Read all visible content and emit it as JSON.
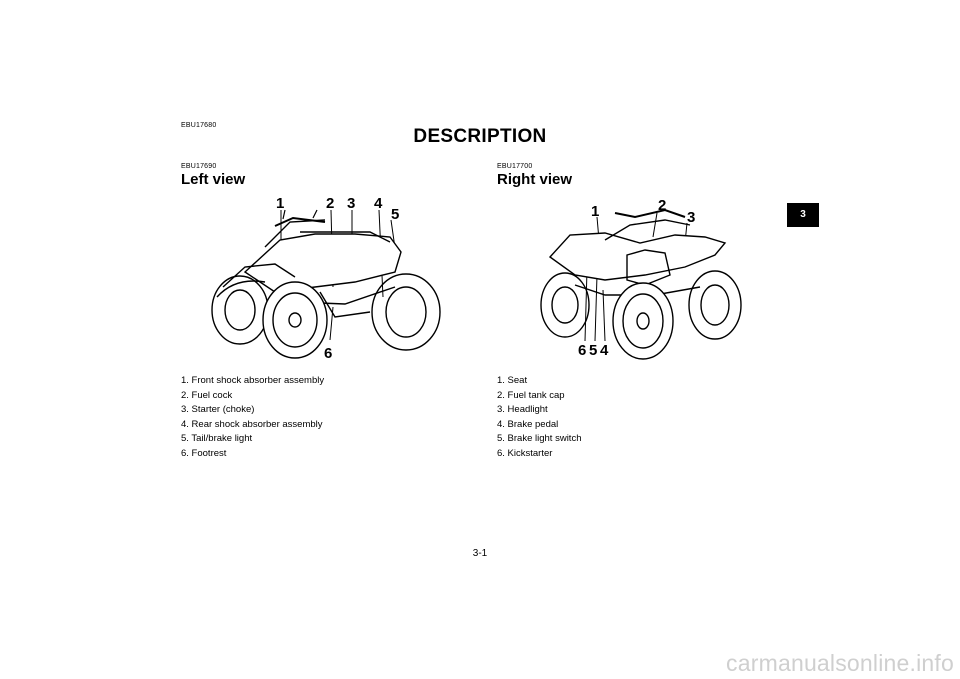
{
  "header": {
    "code": "EBU17680",
    "title": "DESCRIPTION"
  },
  "left": {
    "code": "EBU17690",
    "heading": "Left view",
    "callouts": [
      "1",
      "2",
      "3",
      "4",
      "5",
      "6"
    ],
    "items": [
      "1. Front shock absorber assembly",
      "2. Fuel cock",
      "3. Starter (choke)",
      "4. Rear shock absorber assembly",
      "5. Tail/brake light",
      "6. Footrest"
    ]
  },
  "right": {
    "code": "EBU17700",
    "heading": "Right view",
    "callouts": [
      "1",
      "2",
      "3",
      "6",
      "5",
      "4"
    ],
    "items": [
      "1. Seat",
      "2. Fuel tank cap",
      "3. Headlight",
      "4. Brake pedal",
      "5. Brake light switch",
      "6. Kickstarter"
    ]
  },
  "chapter_tab": "3",
  "page_number": "3-1",
  "watermark": "carmanualsonline.info"
}
